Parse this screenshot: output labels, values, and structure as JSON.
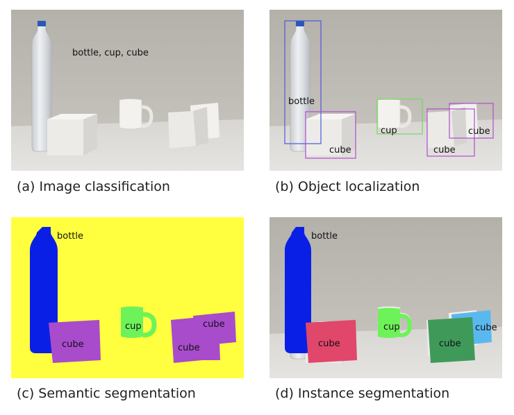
{
  "panels": {
    "a": {
      "caption": "(a) Image classification",
      "labels": "bottle, cup, cube"
    },
    "b": {
      "caption": "(b) Object localization",
      "bottle": "bottle",
      "cup": "cup",
      "cube1": "cube",
      "cube2": "cube",
      "cube3": "cube"
    },
    "c": {
      "caption": "(c) Semantic segmentation",
      "bottle": "bottle",
      "cup": "cup",
      "cube1": "cube",
      "cube2": "cube",
      "cube3": "cube"
    },
    "d": {
      "caption": "(d) Instance segmentation",
      "bottle": "bottle",
      "cup": "cup",
      "cube1": "cube",
      "cube2": "cube",
      "cube3": "cube"
    }
  },
  "colors": {
    "photo_wall": "#bcb8b2",
    "photo_table": "#dedcd8",
    "semantic_background": "#ffff40",
    "semantic_bottle": "#0a1fe6",
    "semantic_cube": "#a84ccc",
    "semantic_cup": "#6ef25a",
    "instance_bottle": "#0a1fe6",
    "instance_cube_1": "#e0476a",
    "instance_cube_2": "#3f9a5a",
    "instance_cube_3": "#5ab8f0",
    "instance_cup": "#6ef25a",
    "box_bottle": "#4a5bd8",
    "box_cup": "#6fdc5a",
    "box_cube": "#b04ccf"
  }
}
